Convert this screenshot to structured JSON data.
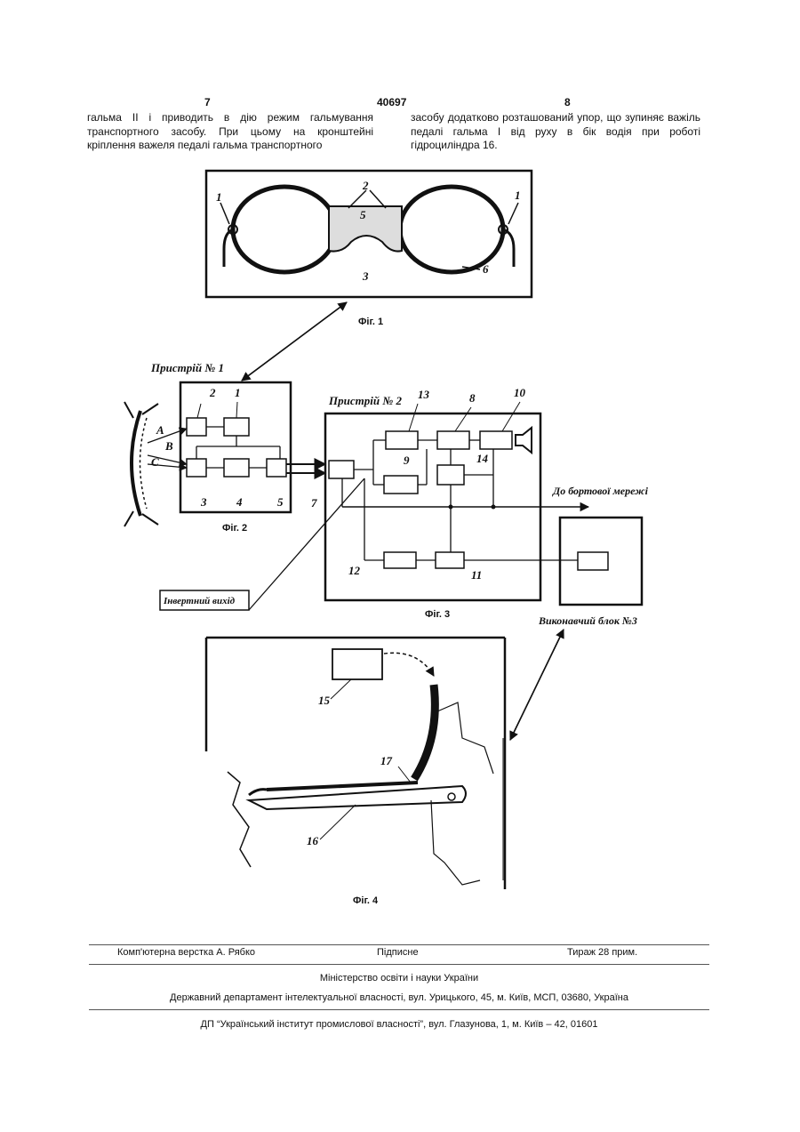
{
  "header": {
    "left_page": "7",
    "patent_number": "40697",
    "right_page": "8"
  },
  "text": {
    "left_column": "гальма II і приводить в дію режим гальмування транспортного засобу. При цьому на кронштейні кріплення важеля педалі гальма транспортного",
    "right_column": "засобу додатково розташований упор, що зупиняє важіль педалі гальма I від руху в бік водія при роботі гідроциліндра 16."
  },
  "figures": {
    "fig1": {
      "caption": "Фіг. 1",
      "labels": {
        "l1a": "1",
        "l1b": "1",
        "l2": "2",
        "l3": "3",
        "l5": "5",
        "l6": "6"
      }
    },
    "fig2": {
      "caption": "Фіг. 2",
      "title": "Пристрій № 1",
      "labels": {
        "A": "А",
        "B": "В",
        "C": "С",
        "n1": "1",
        "n2": "2",
        "n3": "3",
        "n4": "4",
        "n5": "5"
      }
    },
    "fig3": {
      "caption": "Фіг. 3",
      "title": "Пристрій № 2",
      "board_network": "До бортової мережі",
      "inverse_output": "Інвертний вихід",
      "exec_unit": "Виконавчий блок №3",
      "labels": {
        "n7": "7",
        "n8": "8",
        "n9": "9",
        "n10": "10",
        "n11": "11",
        "n12": "12",
        "n13": "13",
        "n14": "14"
      }
    },
    "fig4": {
      "caption": "Фіг. 4",
      "labels": {
        "n15": "15",
        "n16": "16",
        "n17": "17"
      }
    }
  },
  "footer": {
    "layout_by": "Комп'ютерна верстка А. Рябко",
    "signed": "Підписне",
    "print_run": "Тираж 28 прим.",
    "ministry": "Міністерство освіти і науки України",
    "department": "Державний департамент інтелектуальної власності, вул. Урицького, 45, м. Київ, МСП, 03680, Україна",
    "institute": "ДП “Український інститут промислової власності”, вул. Глазунова, 1, м. Київ – 42, 01601"
  }
}
